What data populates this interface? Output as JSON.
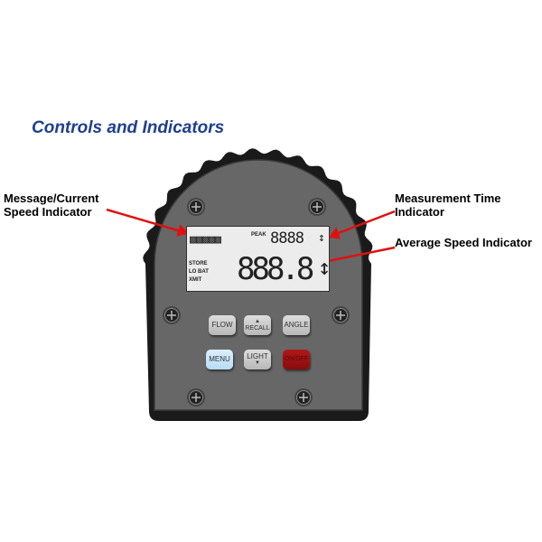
{
  "title": "Controls and Indicators",
  "callouts": {
    "message_line1": "Message/Current",
    "message_line2": "Speed Indicator",
    "time_line1": "Measurement Time",
    "time_line2": "Indicator",
    "average": "Average Speed Indicator"
  },
  "display": {
    "message_chars": "▩▩▩▩▩",
    "peak": "PEAK",
    "time_digits": "8888",
    "time_arrow": "↕",
    "store": "STORE",
    "lo_bat": "LO BAT",
    "xmit": "XMIT",
    "speed_digits": "888.8",
    "speed_arrow": "↕"
  },
  "buttons": {
    "flow": "FLOW",
    "recall_arrow": "▲",
    "recall": "RECALL",
    "angle": "ANGLE",
    "menu": "MENU",
    "light": "LIGHT",
    "light_arrow": "▼",
    "onoff": "ON/OFF"
  },
  "colors": {
    "title": "#1f3f8f",
    "arrow": "#e01010",
    "body": "#5f5f5f",
    "onoff": "#9a1010",
    "menu": "#c8e4fa"
  }
}
